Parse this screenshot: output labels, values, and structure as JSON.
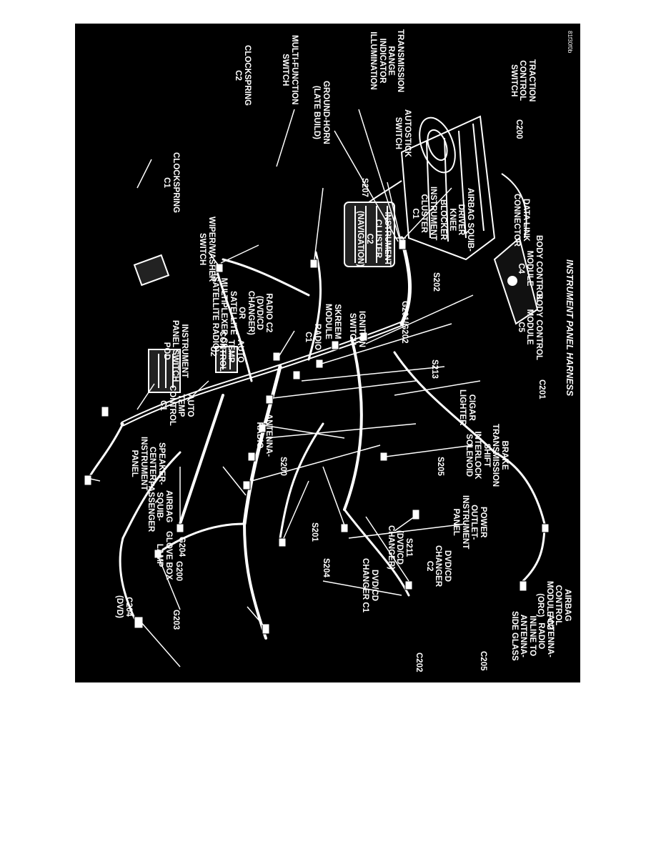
{
  "caption": "INSTRUMENT PANEL HARNESS",
  "figure_code": "81f30f0b",
  "labels": {
    "c204": "C204\n(DVD)",
    "g203": "G203",
    "g200": "G200",
    "g204": "G204",
    "glove_box_lamp": "GLOVE BOX\nLAMP",
    "airbag_squib_passenger": "AIRBAG\nSQUIB-\nPASSENGER",
    "speaker_center": "SPEAKER-\nCENTER\nINSTRUMENT\nPANEL",
    "antenna_radio": "ANTENNA-\nRADIO",
    "auto_temp_c1": "AUTO\nTEMP\nCONTROL\nC1",
    "ip_switch_pod": "INSTRUMENT\nPANEL SWITCH\nPOD",
    "auto_temp_c2": "AUTO\nTEMP\nCONTROL\nC2",
    "radio_c2": "RADIO C2\n(DVD/CD\nCHANGER)\nOR\nSATELLITE\nMULTIPLEXER C2\n(SATELLITE RADIO)",
    "radio_c1": "RADIO\nC1",
    "skreem_module": "SKREEM\nMODULE",
    "ignition_switch": "IGNITION\nSWITCH",
    "wiper_washer_switch": "WIPER/WASHER\nSWITCH",
    "clockspring_c1": "CLOCKSPRING\nC1",
    "clockspring_c2": "CLOCKSPRING\nC2",
    "multi_function_switch": "MULTI-FUNCTION\nSWITCH",
    "ground_horn": "GROUND-HORN\n(LATE BUILD)",
    "s207": "S207",
    "ic_c2": "INSTRUMENT\nCLUSTER\nC2\n(NAVIGATION)",
    "ic_c1": "INSTRUMENT\nCLUSTER\nC1",
    "g201_g202": "G201/G202",
    "autostick_switch": "AUTOSTICK\nSWITCH",
    "airbag_squib_knee": "AIRBAG SQUIB-\nDRIVER\nKNEE\nBLOCKER",
    "transmission_range": "TRANSMISSION\nRANGE\nINDICATOR\nILLUMINATION",
    "traction_control": "TRACTION\nCONTROL\nSWITCH",
    "c200": "C200",
    "data_link": "DATA LINK\nCONNECTOR",
    "bcm_c4": "BODY CONTROL\nMODULE\nC4",
    "bcm_c5": "BODY CONTROL\nMODULE\nC5",
    "s202": "S202",
    "c201": "C201",
    "s213": "S213",
    "cigar_lighter": "CIGAR\nLIGHTER",
    "brake_shift_interlock": "BRAKE\nTRANSMISSION\nSHIFT\nINTERLOCK\nSOLENOID",
    "s205": "S205",
    "power_outlet": "POWER\nOUTLET-\nINSTRUMENT\nPANEL",
    "dvd_cd_changer_c2": "DVD/CD\nCHANGER\nC2",
    "s211": "S211\n(DVD/CD\nCHANGER)",
    "dvd_cd_changer_c1": "DVD/CD\nCHANGER C1",
    "s204": "S204",
    "s201": "S201",
    "s200": "S200",
    "airbag_control_module": "AIRBAG\nCONTROL\nMODULE C2\n(ORC)",
    "antenna_radio_inline": "ANTENNA-\nRADIO\nINLINE TO\nANTENNA-\nSIDE GLASS",
    "c202": "C202",
    "c205": "C205"
  }
}
